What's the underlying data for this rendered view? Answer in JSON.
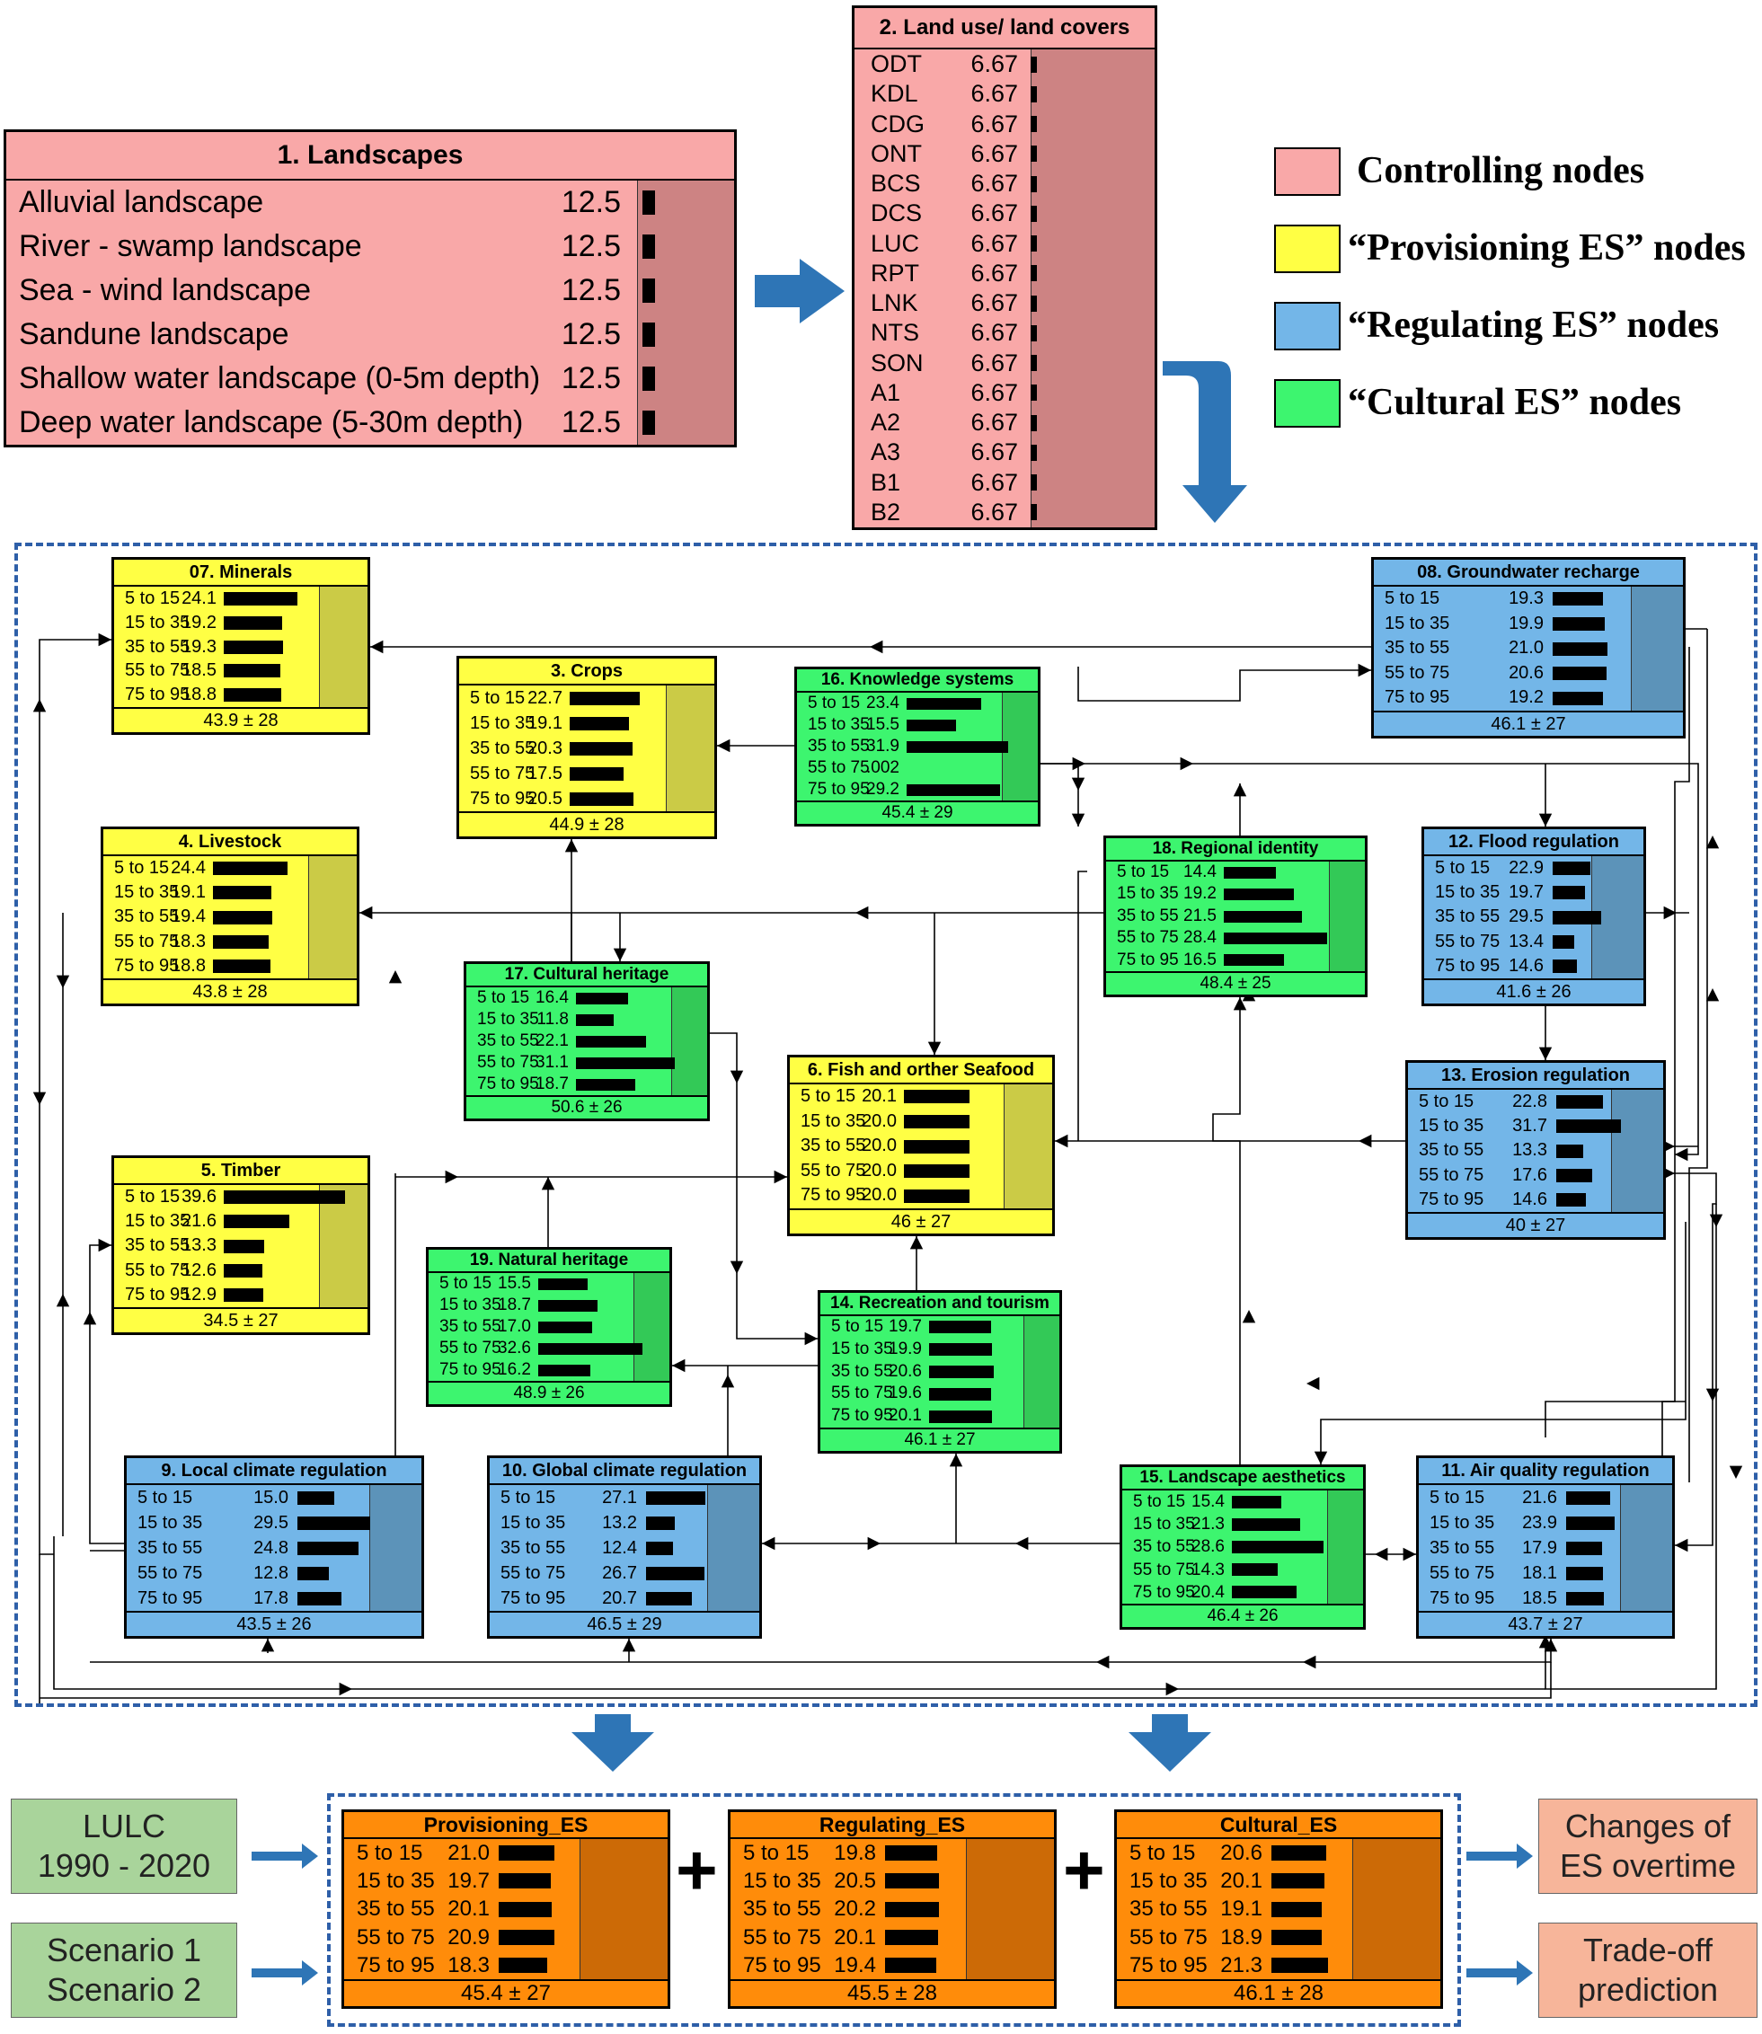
{
  "legend": [
    {
      "label": "Controlling nodes",
      "color": "#f9a8a8"
    },
    {
      "label": "“Provisioning ES” nodes",
      "color": "#ffff44"
    },
    {
      "label": "“Regulating ES” nodes",
      "color": "#73b6e8"
    },
    {
      "label": "“Cultural ES” nodes",
      "color": "#3df56f"
    }
  ],
  "colors": {
    "control": "#f9a8a8",
    "control_shade": "#cd8383",
    "prov": "#ffff44",
    "prov_shade": "#cbcb46",
    "reg": "#73b6e8",
    "reg_shade": "#5c93b9",
    "cult": "#3df56f",
    "cult_shade": "#33c957",
    "out": "#ff8c0a",
    "out_shade": "#cc6a06",
    "side_green": "#a9d49b",
    "side_salmon": "#f7b59a",
    "arrow_blue": "#2e75b6",
    "dash": "#2e5fa8"
  },
  "nodes": [
    {
      "id": "landscapes",
      "title": "1. Landscapes",
      "cat": "control",
      "scale": 100,
      "footer": "",
      "states": [
        [
          "Alluvial landscape",
          "12.5"
        ],
        [
          "River - swamp landscape",
          "12.5"
        ],
        [
          "Sea - wind landscape",
          "12.5"
        ],
        [
          "Sandune landscape",
          "12.5"
        ],
        [
          "Shallow water landscape (0-5m depth)",
          "12.5"
        ],
        [
          "Deep water landscape (5-30m depth)",
          "12.5"
        ]
      ]
    },
    {
      "id": "lulc",
      "title": "2. Land use/ land covers",
      "cat": "control",
      "scale": 100,
      "footer": "",
      "states": [
        [
          "ODT",
          "6.67"
        ],
        [
          "KDL",
          "6.67"
        ],
        [
          "CDG",
          "6.67"
        ],
        [
          "ONT",
          "6.67"
        ],
        [
          "BCS",
          "6.67"
        ],
        [
          "DCS",
          "6.67"
        ],
        [
          "LUC",
          "6.67"
        ],
        [
          "RPT",
          "6.67"
        ],
        [
          "LNK",
          "6.67"
        ],
        [
          "NTS",
          "6.67"
        ],
        [
          "SON",
          "6.67"
        ],
        [
          "A1",
          "6.67"
        ],
        [
          "A2",
          "6.67"
        ],
        [
          "A3",
          "6.67"
        ],
        [
          "B1",
          "6.67"
        ],
        [
          "B2",
          "6.67"
        ]
      ]
    },
    {
      "id": "minerals",
      "title": "07. Minerals",
      "cat": "prov",
      "scale": 40,
      "footer": "43.9 ± 28",
      "states": [
        [
          "5 to 15",
          "24.1"
        ],
        [
          "15 to 35",
          "19.2"
        ],
        [
          "35 to 55",
          "19.3"
        ],
        [
          "55 to 75",
          "18.5"
        ],
        [
          "75 to 95",
          "18.8"
        ]
      ]
    },
    {
      "id": "crops",
      "title": "3. Crops",
      "cat": "prov",
      "scale": 40,
      "footer": "44.9 ± 28",
      "states": [
        [
          "5 to 15",
          "22.7"
        ],
        [
          "15 to 35",
          "19.1"
        ],
        [
          "35 to 55",
          "20.3"
        ],
        [
          "55 to 75",
          "17.5"
        ],
        [
          "75 to 95",
          "20.5"
        ]
      ]
    },
    {
      "id": "knowledge",
      "title": "16. Knowledge systems",
      "cat": "cult",
      "scale": 40,
      "footer": "45.4 ± 29",
      "states": [
        [
          "5 to 15",
          "23.4"
        ],
        [
          "15 to 35",
          "15.5"
        ],
        [
          "35 to 55",
          "31.9"
        ],
        [
          "55 to 75",
          ".002"
        ],
        [
          "75 to 95",
          "29.2"
        ]
      ]
    },
    {
      "id": "groundwater",
      "title": "08. Groundwater recharge",
      "cat": "reg",
      "scale": 40,
      "footer": "46.1 ± 27",
      "states": [
        [
          "5 to 15",
          "19.3"
        ],
        [
          "15 to 35",
          "19.9"
        ],
        [
          "35 to 55",
          "21.0"
        ],
        [
          "55 to 75",
          "20.6"
        ],
        [
          "75 to 95",
          "19.2"
        ]
      ]
    },
    {
      "id": "livestock",
      "title": "4. Livestock",
      "cat": "prov",
      "scale": 40,
      "footer": "43.8 ± 28",
      "states": [
        [
          "5 to 15",
          "24.4"
        ],
        [
          "15 to 35",
          "19.1"
        ],
        [
          "35 to 55",
          "19.4"
        ],
        [
          "55 to 75",
          "18.3"
        ],
        [
          "75 to 95",
          "18.8"
        ]
      ]
    },
    {
      "id": "regional",
      "title": "18. Regional identity",
      "cat": "cult",
      "scale": 40,
      "footer": "48.4 ± 25",
      "states": [
        [
          "5 to 15",
          "14.4"
        ],
        [
          "15 to 35",
          "19.2"
        ],
        [
          "35 to 55",
          "21.5"
        ],
        [
          "55 to 75",
          "28.4"
        ],
        [
          "75 to 95",
          "16.5"
        ]
      ]
    },
    {
      "id": "flood",
      "title": "12. Flood regulation",
      "cat": "reg",
      "scale": 40,
      "footer": "41.6 ± 26",
      "states": [
        [
          "5 to 15",
          "22.9"
        ],
        [
          "15 to 35",
          "19.7"
        ],
        [
          "35 to 55",
          "29.5"
        ],
        [
          "55 to 75",
          "13.4"
        ],
        [
          "75 to 95",
          "14.6"
        ]
      ]
    },
    {
      "id": "cultural_heritage",
      "title": "17. Cultural  heritage",
      "cat": "cult",
      "scale": 40,
      "footer": "50.6 ± 26",
      "states": [
        [
          "5 to 15",
          "16.4"
        ],
        [
          "15 to 35",
          "11.8"
        ],
        [
          "35 to 55",
          "22.1"
        ],
        [
          "55 to 75",
          "31.1"
        ],
        [
          "75 to 95",
          "18.7"
        ]
      ]
    },
    {
      "id": "fish",
      "title": "6. Fish and orther Seafood",
      "cat": "prov",
      "scale": 40,
      "footer": "46 ± 27",
      "states": [
        [
          "5 to 15",
          "20.1"
        ],
        [
          "15 to 35",
          "20.0"
        ],
        [
          "35 to 55",
          "20.0"
        ],
        [
          "55 to 75",
          "20.0"
        ],
        [
          "75 to 95",
          "20.0"
        ]
      ]
    },
    {
      "id": "erosion",
      "title": "13. Erosion regulation",
      "cat": "reg",
      "scale": 40,
      "footer": "40 ± 27",
      "states": [
        [
          "5 to 15",
          "22.8"
        ],
        [
          "15 to 35",
          "31.7"
        ],
        [
          "35 to 55",
          "13.3"
        ],
        [
          "55 to 75",
          "17.6"
        ],
        [
          "75 to 95",
          "14.6"
        ]
      ]
    },
    {
      "id": "timber",
      "title": "5. Timber",
      "cat": "prov",
      "scale": 40,
      "footer": "34.5 ± 27",
      "states": [
        [
          "5 to 15",
          "39.6"
        ],
        [
          "15 to 35",
          "21.6"
        ],
        [
          "35 to 55",
          "13.3"
        ],
        [
          "55 to 75",
          "12.6"
        ],
        [
          "75 to 95",
          "12.9"
        ]
      ]
    },
    {
      "id": "natural_heritage",
      "title": "19. Natural  heritage",
      "cat": "cult",
      "scale": 40,
      "footer": "48.9 ± 26",
      "states": [
        [
          "5 to 15",
          "15.5"
        ],
        [
          "15 to 35",
          "18.7"
        ],
        [
          "35 to 55",
          "17.0"
        ],
        [
          "55 to 75",
          "32.6"
        ],
        [
          "75 to 95",
          "16.2"
        ]
      ]
    },
    {
      "id": "recreation",
      "title": "14. Recreation and tourism",
      "cat": "cult",
      "scale": 40,
      "footer": "46.1 ± 27",
      "states": [
        [
          "5 to 15",
          "19.7"
        ],
        [
          "15 to 35",
          "19.9"
        ],
        [
          "35 to 55",
          "20.6"
        ],
        [
          "55 to 75",
          "19.6"
        ],
        [
          "75 to 95",
          "20.1"
        ]
      ]
    },
    {
      "id": "local_climate",
      "title": "9. Local climate  regulation",
      "cat": "reg",
      "scale": 40,
      "footer": "43.5 ± 26",
      "states": [
        [
          "5 to 15",
          "15.0"
        ],
        [
          "15 to 35",
          "29.5"
        ],
        [
          "35 to 55",
          "24.8"
        ],
        [
          "55 to 75",
          "12.8"
        ],
        [
          "75 to 95",
          "17.8"
        ]
      ]
    },
    {
      "id": "global_climate",
      "title": "10. Global  climate  regulation",
      "cat": "reg",
      "scale": 40,
      "footer": "46.5 ± 29",
      "states": [
        [
          "5 to 15",
          "27.1"
        ],
        [
          "15 to 35",
          "13.2"
        ],
        [
          "35 to 55",
          "12.4"
        ],
        [
          "55 to 75",
          "26.7"
        ],
        [
          "75 to 95",
          "20.7"
        ]
      ]
    },
    {
      "id": "aesthetics",
      "title": "15. Landscape aesthetics",
      "cat": "cult",
      "scale": 40,
      "footer": "46.4 ± 26",
      "states": [
        [
          "5 to 15",
          "15.4"
        ],
        [
          "15 to 35",
          "21.3"
        ],
        [
          "35 to 55",
          "28.6"
        ],
        [
          "55 to 75",
          "14.3"
        ],
        [
          "75 to 95",
          "20.4"
        ]
      ]
    },
    {
      "id": "air_quality",
      "title": "11. Air quality  regulation",
      "cat": "reg",
      "scale": 40,
      "footer": "43.7 ± 27",
      "states": [
        [
          "5 to 15",
          "21.6"
        ],
        [
          "15 to 35",
          "23.9"
        ],
        [
          "35 to 55",
          "17.9"
        ],
        [
          "55 to 75",
          "18.1"
        ],
        [
          "75 to 95",
          "18.5"
        ]
      ]
    },
    {
      "id": "provisioning_es",
      "title": "Provisioning_ES",
      "cat": "out",
      "scale": 40,
      "footer": "45.4 ± 27",
      "states": [
        [
          "5 to 15",
          "21.0"
        ],
        [
          "15 to 35",
          "19.7"
        ],
        [
          "35 to 55",
          "20.1"
        ],
        [
          "55 to 75",
          "20.9"
        ],
        [
          "75 to 95",
          "18.3"
        ]
      ]
    },
    {
      "id": "regulating_es",
      "title": "Regulating_ES",
      "cat": "out",
      "scale": 40,
      "footer": "45.5 ± 28",
      "states": [
        [
          "5 to 15",
          "19.8"
        ],
        [
          "15 to 35",
          "20.5"
        ],
        [
          "35 to 55",
          "20.2"
        ],
        [
          "55 to 75",
          "20.1"
        ],
        [
          "75 to 95",
          "19.4"
        ]
      ]
    },
    {
      "id": "cultural_es",
      "title": "Cultural_ES",
      "cat": "out",
      "scale": 40,
      "footer": "46.1 ± 28",
      "states": [
        [
          "5 to 15",
          "20.6"
        ],
        [
          "15 to 35",
          "20.1"
        ],
        [
          "35 to 55",
          "19.1"
        ],
        [
          "55 to 75",
          "18.9"
        ],
        [
          "75 to 95",
          "21.3"
        ]
      ]
    }
  ],
  "side_boxes": {
    "lulc_period": "LULC\n1990 - 2020",
    "scenarios": "Scenario 1\nScenario 2",
    "changes": "Changes of\nES overtime",
    "tradeoff": "Trade-off\nprediction"
  },
  "plus_sign": "+"
}
